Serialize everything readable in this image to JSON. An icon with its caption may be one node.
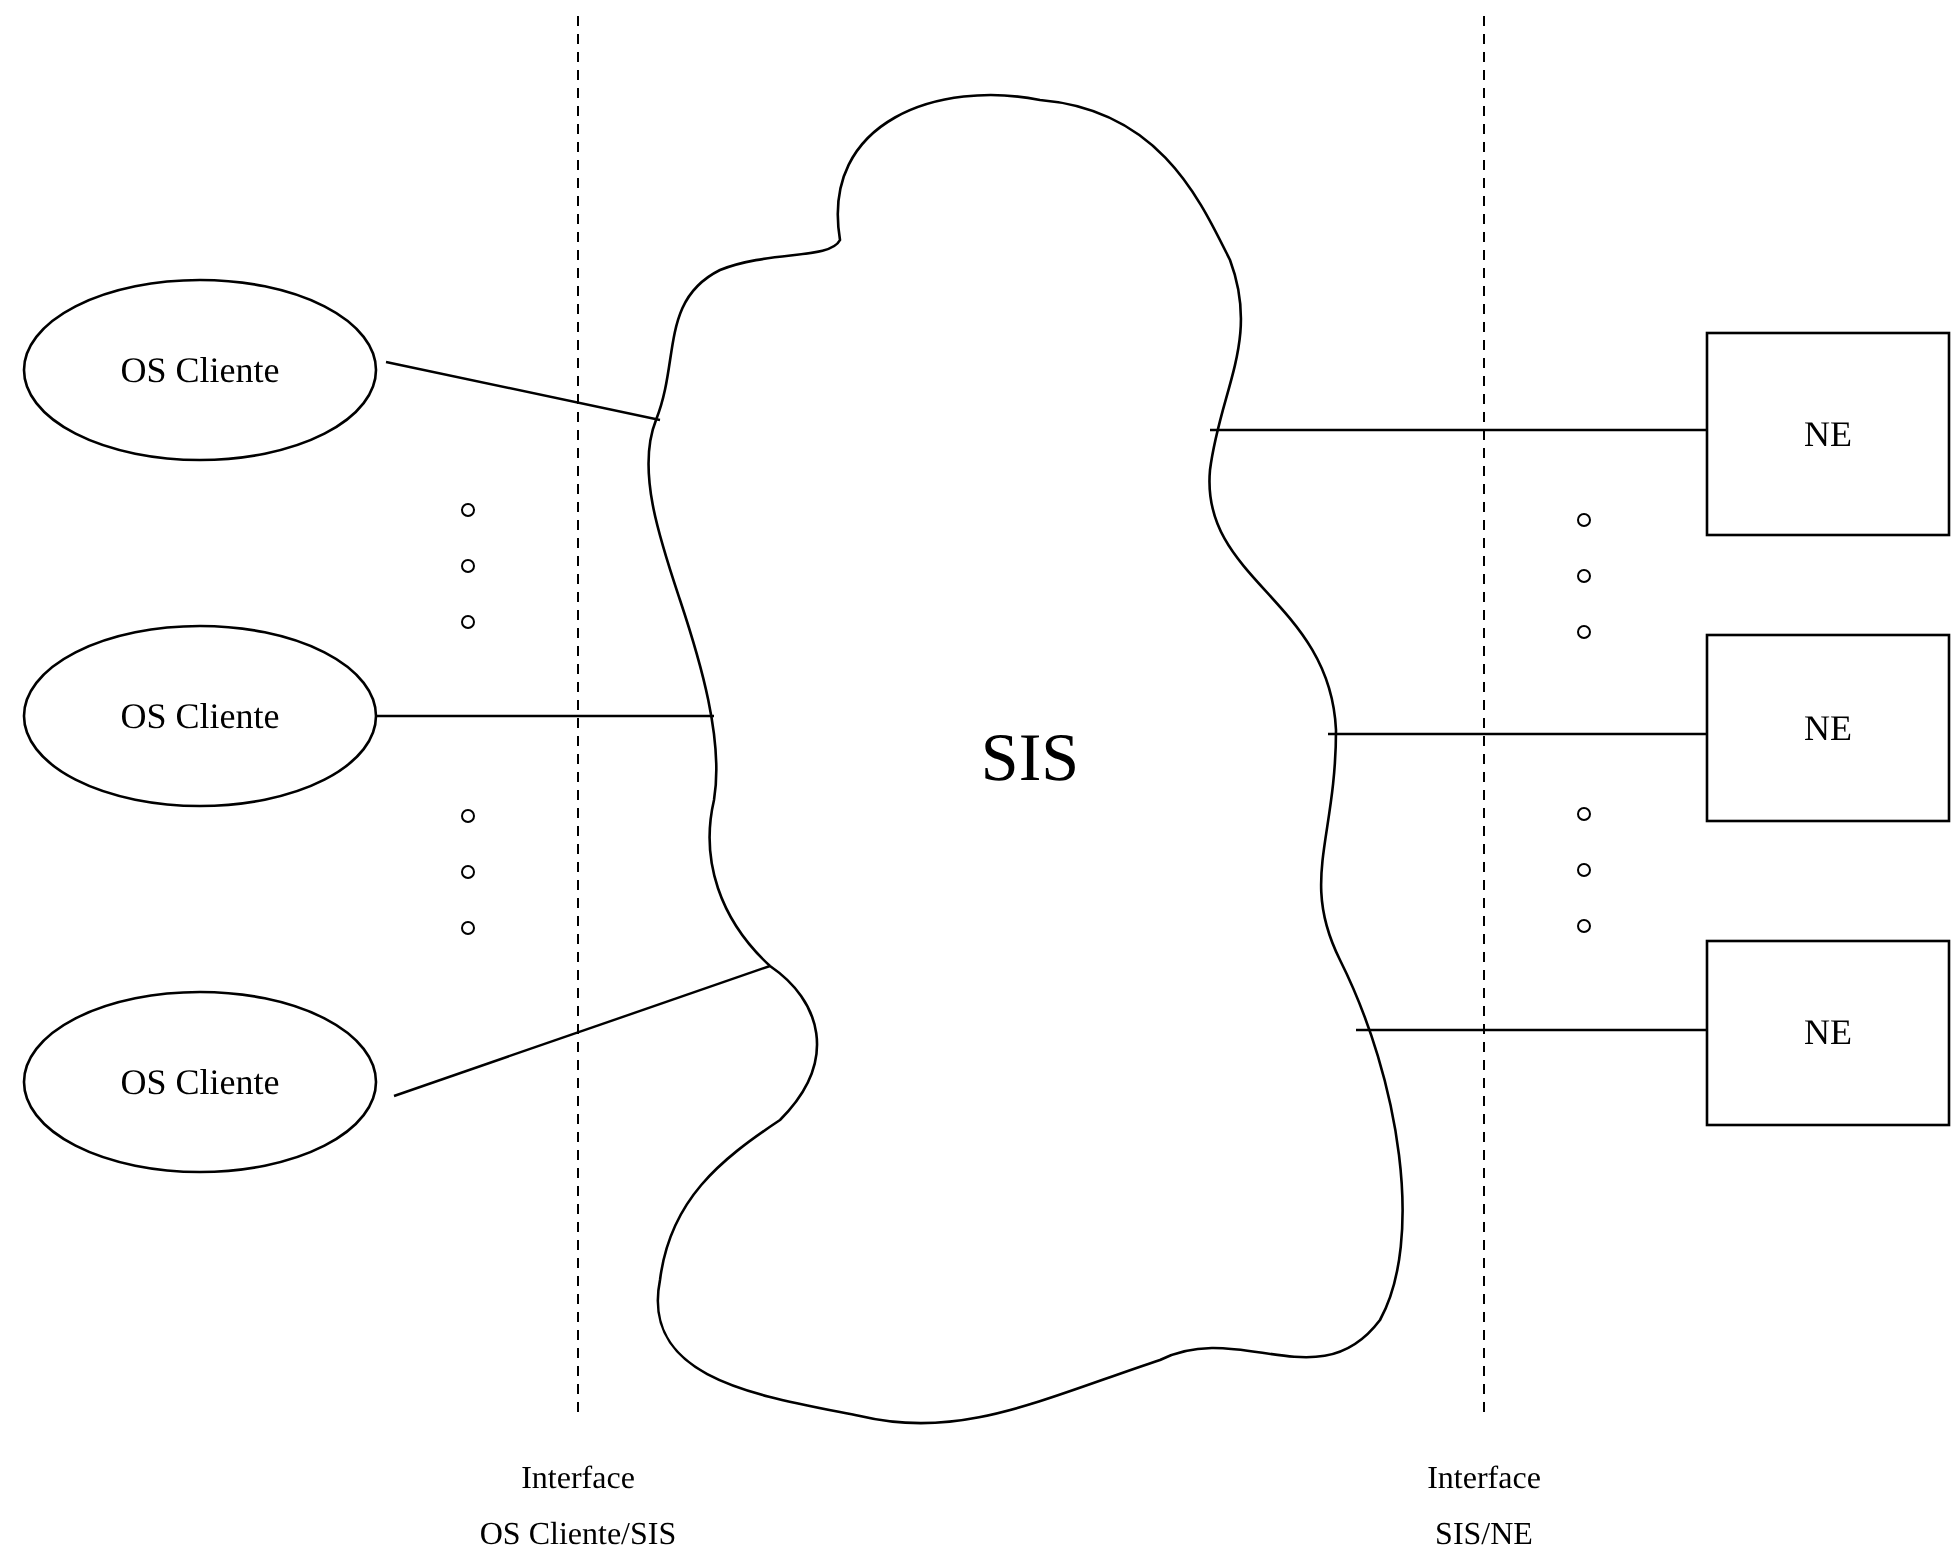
{
  "diagram": {
    "nodes": [
      {
        "text": [
          "SIS"
        ]
      },
      {
        "text": [
          "OS Cliente"
        ]
      },
      {
        "text": [
          "OS Cliente"
        ]
      },
      {
        "text": [
          "OS Cliente"
        ]
      },
      {
        "text": [
          "NE"
        ]
      },
      {
        "text": [
          "NE"
        ]
      },
      {
        "text": [
          "NE"
        ]
      }
    ],
    "edges": [
      {
        "from": 1,
        "to": 0,
        "arrow": "none"
      },
      {
        "from": 2,
        "to": 0,
        "arrow": "none"
      },
      {
        "from": 3,
        "to": 0,
        "arrow": "none"
      },
      {
        "from": 0,
        "to": 4,
        "arrow": "none"
      },
      {
        "from": 0,
        "to": 5,
        "arrow": "none"
      },
      {
        "from": 0,
        "to": 6,
        "arrow": "none"
      }
    ],
    "labels": [
      "Interface OS Cliente/SIS",
      "Interface SIS/NE"
    ]
  }
}
